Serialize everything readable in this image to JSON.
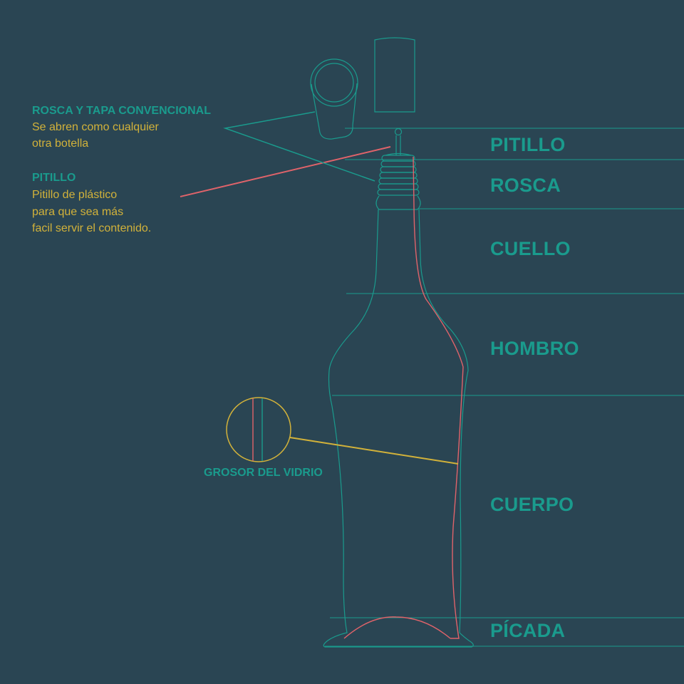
{
  "colors": {
    "background": "#2a4553",
    "teal": "#1a9b8d",
    "yellow": "#d2b23a",
    "red": "#e0636a"
  },
  "sections": [
    {
      "id": "pitillo",
      "label": "PITILLO"
    },
    {
      "id": "rosca",
      "label": "ROSCA"
    },
    {
      "id": "cuello",
      "label": "CUELLO"
    },
    {
      "id": "hombro",
      "label": "HOMBRO"
    },
    {
      "id": "cuerpo",
      "label": "CUERPO"
    },
    {
      "id": "picada",
      "label": "PÍCADA"
    }
  ],
  "annotations": {
    "rosca_tapa": {
      "title": "ROSCA Y TAPA CONVENCIONAL",
      "lines": [
        "Se abren como cualquier",
        "otra botella"
      ]
    },
    "pitillo": {
      "title": "PITILLO",
      "lines": [
        "Pitillo de plástico",
        "para que sea más",
        "facil servir el contenido."
      ]
    }
  },
  "detail": {
    "label": "GROSOR DEL VIDRIO"
  }
}
